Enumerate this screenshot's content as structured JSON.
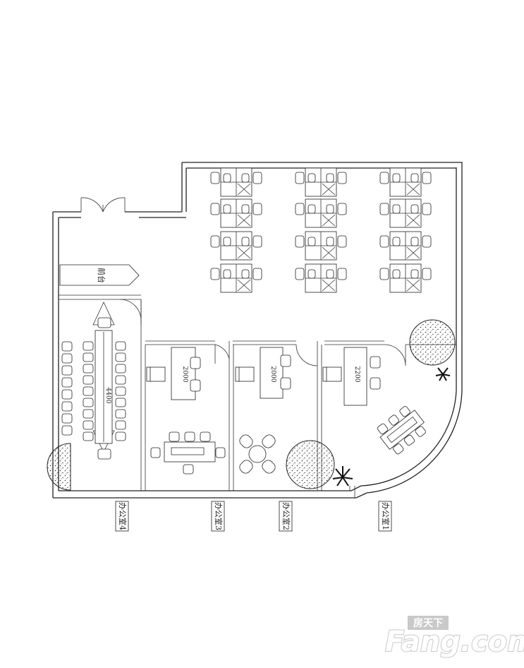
{
  "labels": {
    "front_desk": "前台",
    "office_1": "办公室1",
    "office_2": "办公室2",
    "office_3": "办公室3",
    "office_4": "办公室4"
  },
  "dimensions": {
    "conference_table": "4400",
    "office_3_desk": "2000",
    "office_2_desk": "2000",
    "office_1_desk": "2200"
  },
  "watermark": {
    "cn": "房天下",
    "en": "Fang.com"
  },
  "icons": [
    "chair-icon",
    "desk-icon",
    "plant-icon",
    "door-swing-icon",
    "round-table-icon"
  ],
  "colors": {
    "line": "#222222",
    "watermark": "#c9c9c9"
  }
}
